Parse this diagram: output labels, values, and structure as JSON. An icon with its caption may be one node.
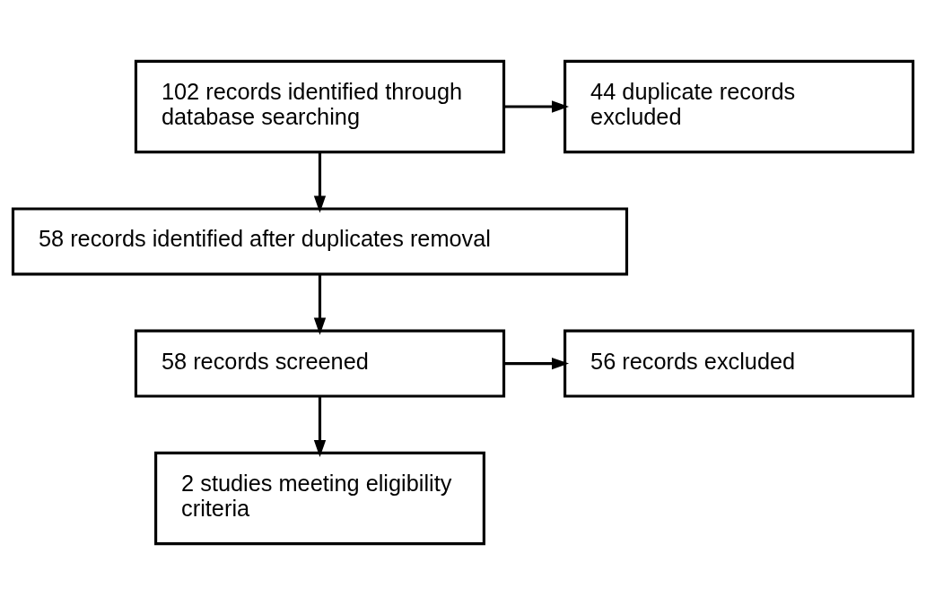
{
  "diagram": {
    "nodes": [
      {
        "text": [
          "102 records identified through database searching"
        ]
      },
      {
        "text": [
          "44 duplicate records excluded"
        ]
      },
      {
        "text": [
          "58 records identified after duplicates removal"
        ]
      },
      {
        "text": [
          "58 records screened"
        ]
      },
      {
        "text": [
          "56 records excluded"
        ]
      },
      {
        "text": [
          "2 studies meeting eligibility criteria"
        ]
      }
    ],
    "edges": [
      {
        "from": 0,
        "to": 1,
        "arrow": "to"
      },
      {
        "from": 0,
        "to": 2,
        "arrow": "to"
      },
      {
        "from": 2,
        "to": 3,
        "arrow": "to"
      },
      {
        "from": 3,
        "to": 4,
        "arrow": "to"
      },
      {
        "from": 3,
        "to": 5,
        "arrow": "to"
      }
    ]
  }
}
